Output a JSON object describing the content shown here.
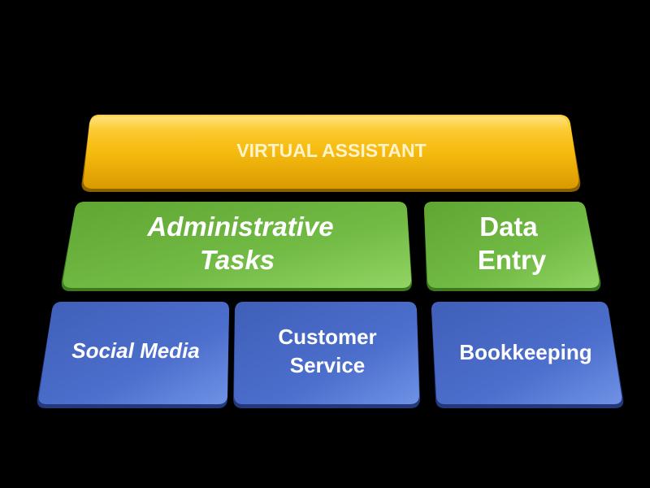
{
  "diagram": {
    "top": {
      "label": "VIRTUAL ASSISTANT",
      "color": "#f2b500"
    },
    "middle": [
      {
        "label_line1": "Administrative",
        "label_line2": "Tasks",
        "color": "#6cb33f"
      },
      {
        "label_line1": "Data",
        "label_line2": "Entry",
        "color": "#6cb33f"
      }
    ],
    "bottom": [
      {
        "label": "Social Media",
        "color": "#4a6cc8"
      },
      {
        "label_line1": "Customer",
        "label_line2": "Service",
        "color": "#4a6cc8"
      },
      {
        "label": "Bookkeeping",
        "color": "#4a6cc8"
      }
    ]
  }
}
